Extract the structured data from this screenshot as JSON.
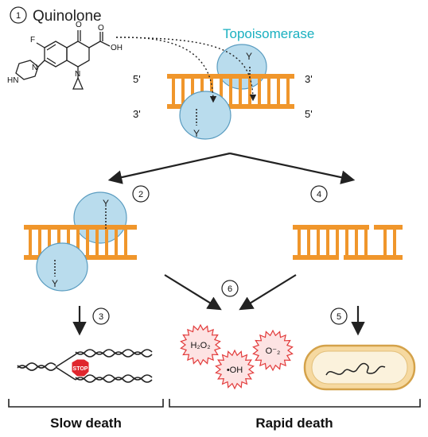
{
  "title": {
    "number": "1",
    "label": "Quinolone"
  },
  "enzyme_label": "Topoisomerase",
  "colors": {
    "dna": "#f0962b",
    "enzyme_fill": "#b9dced",
    "enzyme_stroke": "#5a9cc0",
    "enzyme_text": "#1ab0c0",
    "ros_stroke": "#e23b3b",
    "stop": "#e0262e",
    "bacterium_fill": "#f6d9a0",
    "bacterium_stroke": "#d4a24a"
  },
  "strand_labels": {
    "top_left": "5'",
    "top_right": "3'",
    "bottom_left": "3'",
    "bottom_right": "5'"
  },
  "tyrosine": "Y",
  "molecule_atoms": {
    "o": "O",
    "acid_o": "O",
    "oh": "OH",
    "f": "F",
    "n1": "N",
    "n2": "N",
    "hn": "HN"
  },
  "steps": [
    "2",
    "3",
    "4",
    "5",
    "6"
  ],
  "stop_sign": "STOP",
  "ros": {
    "h2o2": "H₂O₂",
    "oh": "•OH",
    "superoxide": "O⁻₂"
  },
  "outcomes": {
    "slow": "Slow death",
    "rapid": "Rapid death"
  }
}
